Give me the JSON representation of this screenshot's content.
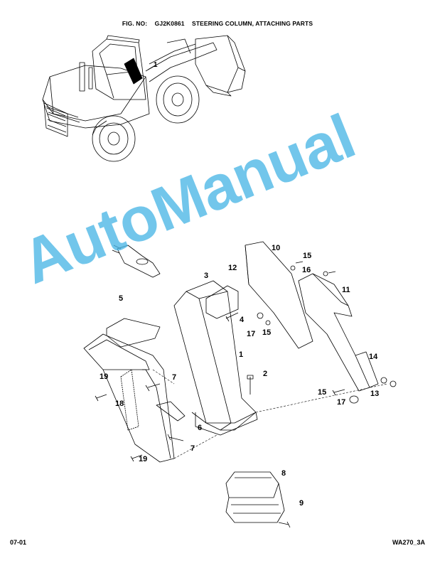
{
  "header": {
    "fig_label": "FIG. NO:",
    "fig_number": "GJ2K0861",
    "fig_title": "STEERING COLUMN, ATTACHING PARTS"
  },
  "overview_callout": "1",
  "watermark": "AutoManual",
  "callouts": {
    "c1": "1",
    "c2": "2",
    "c3": "3",
    "c4": "4",
    "c5": "5",
    "c6": "6",
    "c7a": "7",
    "c7b": "7",
    "c8": "8",
    "c9": "9",
    "c10": "10",
    "c11": "11",
    "c12": "12",
    "c13": "13",
    "c14": "14",
    "c15a": "15",
    "c15b": "15",
    "c15c": "15",
    "c16": "16",
    "c17a": "17",
    "c17b": "17",
    "c18": "18",
    "c19a": "19",
    "c19b": "19"
  },
  "footer": {
    "page": "07-01",
    "model": "WA270_3A"
  },
  "colors": {
    "watermark": "#4bb7e6",
    "line": "#000000"
  }
}
